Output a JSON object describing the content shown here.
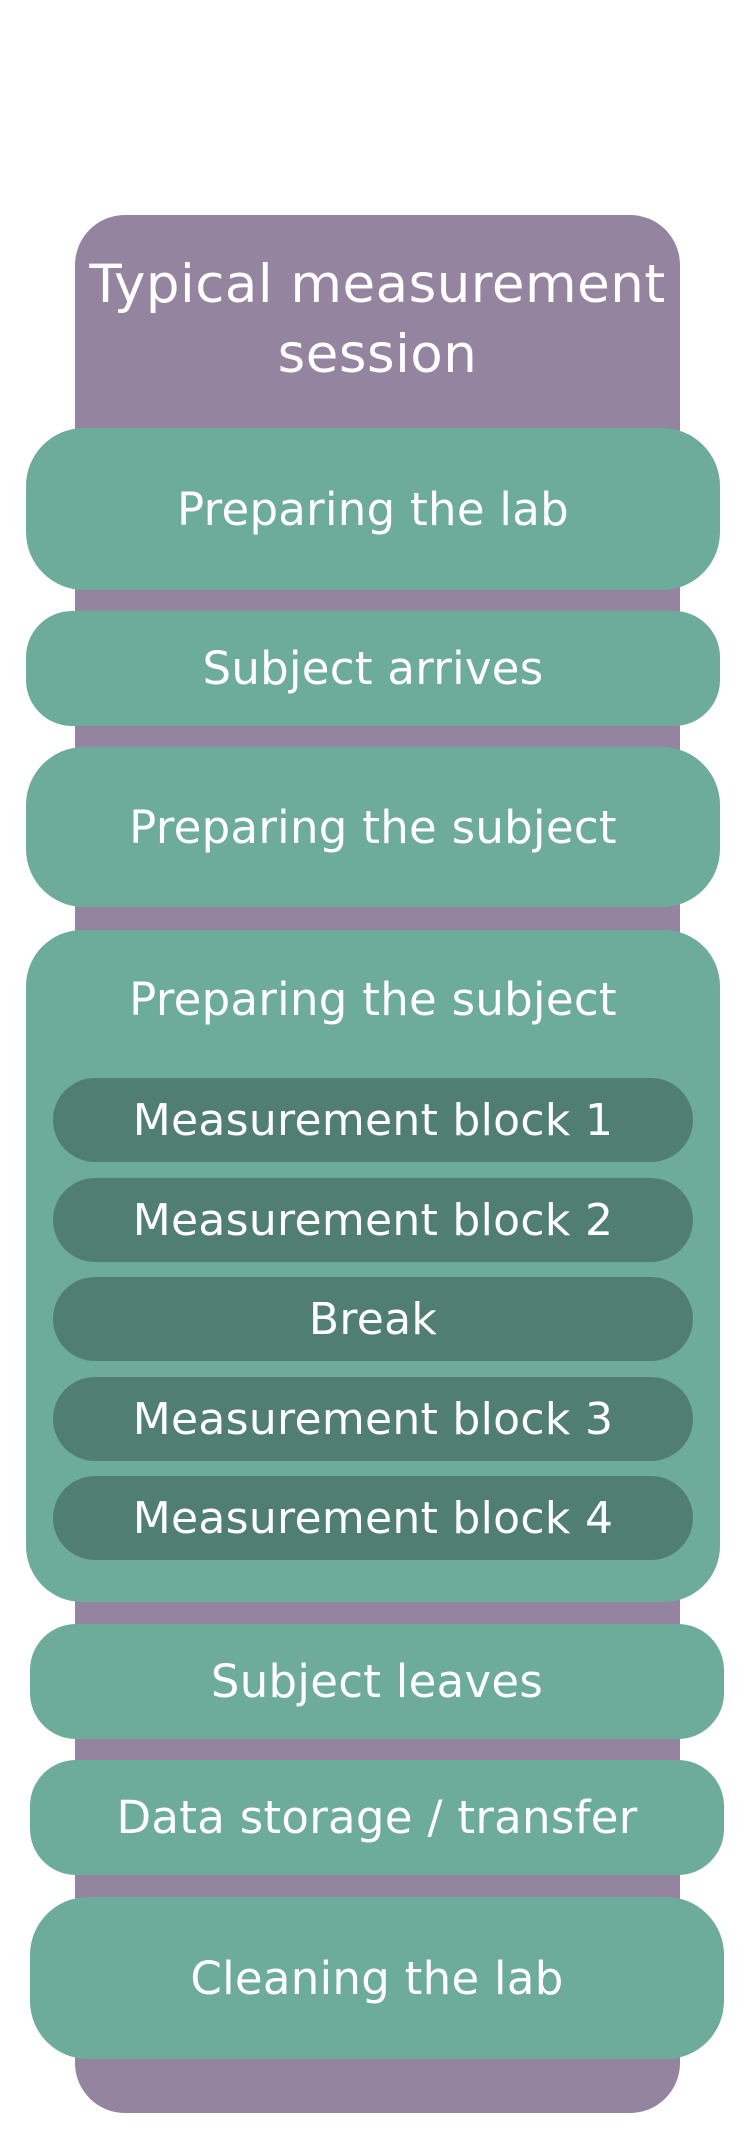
{
  "diagram": {
    "title": "Typical measurement session",
    "steps": {
      "preparing_lab": "Preparing the lab",
      "subject_arrives": "Subject arrives",
      "preparing_subject": "Preparing the subject",
      "subject_leaves": "Subject leaves",
      "data_storage": "Data storage / transfer",
      "cleaning_lab": "Cleaning the lab"
    },
    "group": {
      "title": "Preparing the subject",
      "blocks": [
        "Measurement block 1",
        "Measurement block 2",
        "Break",
        "Measurement block 3",
        "Measurement block 4"
      ]
    },
    "colors": {
      "session_background": "#95849f",
      "step_fill": "#6dac9b",
      "block_fill": "#507f72",
      "text": "#ffffff"
    }
  }
}
